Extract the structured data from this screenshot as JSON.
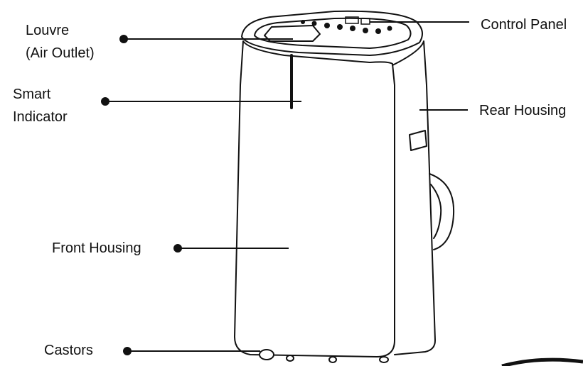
{
  "labels": {
    "louvre_line1": "Louvre",
    "louvre_line2": "(Air Outlet)",
    "smart_line1": "Smart",
    "smart_line2": "Indicator",
    "front_housing": "Front Housing",
    "castors": "Castors",
    "control_panel": "Control Panel",
    "rear_housing": "Rear Housing"
  },
  "colors": {
    "line": "#111111",
    "background": "#ffffff"
  }
}
